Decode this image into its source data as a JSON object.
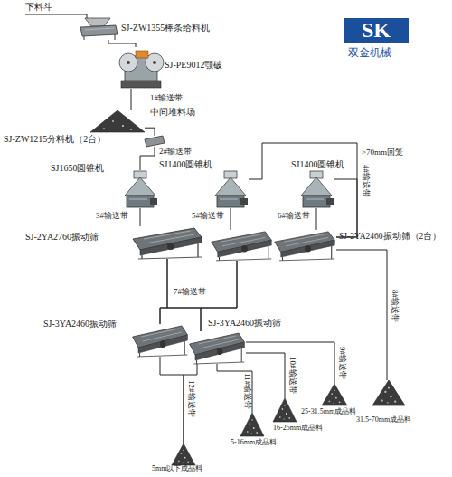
{
  "diagram": {
    "nodes": [
      {
        "text": [
          "下料斗"
        ]
      },
      {
        "text": [
          "SJ-ZW1355棒条给料机"
        ]
      },
      {
        "text": [
          "SJ-PE9012颚破"
        ]
      },
      {
        "text": [
          "中间堆料场"
        ]
      },
      {
        "text": [
          "SJ-ZW1215分料机（2台）"
        ]
      },
      {
        "text": [
          "SJ1650圆锥机"
        ]
      },
      {
        "text": [
          "SJ1400圆锥机"
        ]
      },
      {
        "text": [
          "SJ1400圆锥机"
        ]
      },
      {
        "text": [
          "SJ-2YA2760振动筛"
        ]
      },
      {
        "text": [
          "SJ-2YA2460振动筛（2台）"
        ]
      },
      {
        "text": [
          "SJ-3YA2460振动筛"
        ]
      },
      {
        "text": [
          "SJ-3YA2460振动筛"
        ]
      },
      {
        "text": [
          "5mm以下成品料"
        ]
      },
      {
        "text": [
          "5-16mm成品料"
        ]
      },
      {
        "text": [
          "16-25mm成品料"
        ]
      },
      {
        "text": [
          "25-31.5mm成品料"
        ]
      },
      {
        "text": [
          "31.5-70mm成品料"
        ]
      }
    ],
    "edges": [
      {
        "from": 0,
        "to": 1,
        "arrow": "none"
      },
      {
        "from": 1,
        "to": 2,
        "arrow": "none"
      },
      {
        "from": 2,
        "to": 3,
        "label": "1#输送带",
        "arrow": "none"
      },
      {
        "from": 3,
        "to": 4,
        "arrow": "none"
      },
      {
        "from": 4,
        "to": 5,
        "label": "2#输送带",
        "arrow": "none"
      },
      {
        "from": 5,
        "to": 8,
        "label": "3#输送带",
        "arrow": "none"
      },
      {
        "from": 6,
        "to": 9,
        "label": "5#输送带",
        "arrow": "none"
      },
      {
        "from": 7,
        "to": 9,
        "label": "6#输送带",
        "arrow": "none"
      },
      {
        "from": 9,
        "to": 6,
        "label": "4#输送带",
        "arrow": "none"
      },
      {
        "from": 9,
        "to": 7,
        "arrow": "none"
      },
      {
        "from": 8,
        "to": 10,
        "label": "7#输送带",
        "arrow": "none"
      },
      {
        "from": 8,
        "to": 11,
        "arrow": "none"
      },
      {
        "from": 9,
        "to": 10,
        "arrow": "none"
      },
      {
        "from": 9,
        "to": 11,
        "arrow": "none"
      },
      {
        "from": 9,
        "to": 16,
        "label": "8#输送带",
        "arrow": "none"
      },
      {
        "from": 11,
        "to": 15,
        "label": "9#输送带",
        "arrow": "none"
      },
      {
        "from": 11,
        "to": 14,
        "label": "10#输送带",
        "arrow": "none"
      },
      {
        "from": 11,
        "to": 13,
        "label": "11#输送带",
        "arrow": "none"
      },
      {
        "from": 10,
        "to": 12,
        "label": "12#输送带",
        "arrow": "none"
      },
      {
        "from": 11,
        "to": 12,
        "arrow": "none"
      }
    ],
    "labels": [
      "SK",
      "双金机械",
      ">70mm回笼"
    ]
  }
}
